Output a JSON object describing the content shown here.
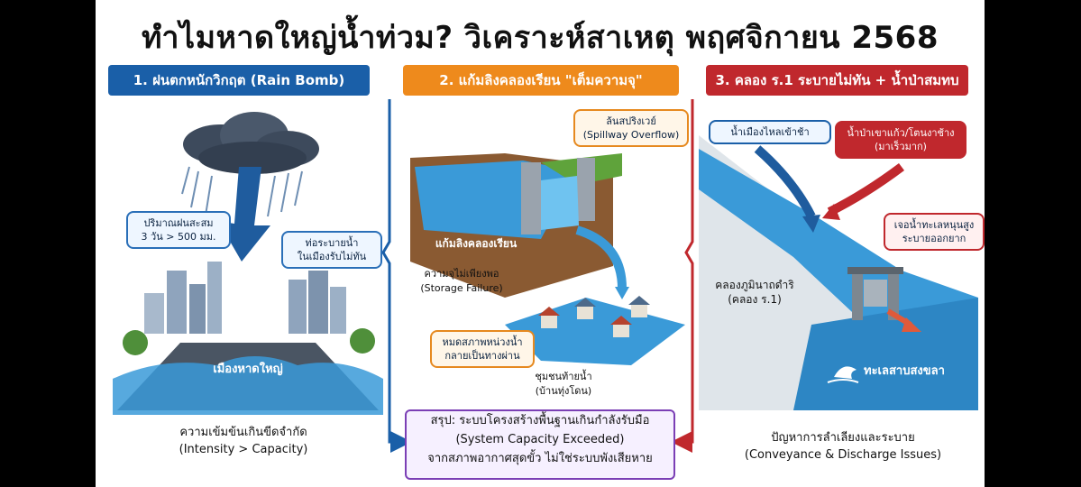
{
  "title": "ทำไมหาดใหญ่น้ำท่วม? วิเคราะห์สาเหตุ พฤศจิกายน 2568",
  "columns": {
    "col1": {
      "header": "1. ฝนตกหนักวิกฤต (Rain Bomb)",
      "callout_rain": [
        "ปริมาณฝนสะสม",
        "3 วัน > 500 มม."
      ],
      "callout_drain": [
        "ท่อระบายน้ำ",
        "ในเมืองรับไม่ทัน"
      ],
      "city_label": "เมืองหาดใหญ่",
      "caption": [
        "ความเข้มข้นเกินขีดจำกัด",
        "(Intensity > Capacity)"
      ]
    },
    "col2": {
      "header": "2. แก้มลิงคลองเรียน \"เต็มความจุ\"",
      "callout_spillway": [
        "ล้นสปริงเวย์",
        "(Spillway Overflow)"
      ],
      "reservoir_label": "แก้มลิงคลองเรียน",
      "storage_label": [
        "ความจุไม่เพียงพอ",
        "(Storage Failure)"
      ],
      "callout_retention": [
        "หมดสภาพหน่วงน้ำ",
        "กลายเป็นทางผ่าน"
      ],
      "village_label": [
        "ชุมชนท้ายน้ำ",
        "(บ้านทุ่งโดน)"
      ],
      "summary": [
        "สรุป: ระบบโครงสร้างพื้นฐานเกินกำลังรับมือ",
        "(System Capacity Exceeded)",
        "จากสภาพอากาศสุดขั้ว ไม่ใช่ระบบพังเสียหาย"
      ]
    },
    "col3": {
      "header": "3. คลอง ร.1 ระบายไม่ทัน + น้ำป่าสมทบ",
      "callout_city_water": "น้ำเมืองไหลเข้าช้า",
      "callout_forest_water": [
        "น้ำป่าเขาแก้ว/โตนงาช้าง",
        "(มาเร็วมาก)"
      ],
      "callout_tide": [
        "เจอน้ำทะเลหนุนสูง",
        "ระบายออกยาก"
      ],
      "canal_label": [
        "คลองภูมินาถดำริ",
        "(คลอง ร.1)"
      ],
      "lake_label": "ทะเลสาบสงขลา",
      "caption": [
        "ปัญหาการลำเลียงและระบาย",
        "(Conveyance & Discharge Issues)"
      ]
    }
  },
  "colors": {
    "blue": "#1a5fa8",
    "orange": "#ee8a1c",
    "red": "#c0282d",
    "purple": "#7b3fb5",
    "water": "#3a9ad8"
  },
  "icons": [
    "cloud-icon",
    "rain-arrow-icon",
    "dam-icon",
    "house-icon",
    "wave-icon",
    "flow-arrow-icon"
  ]
}
